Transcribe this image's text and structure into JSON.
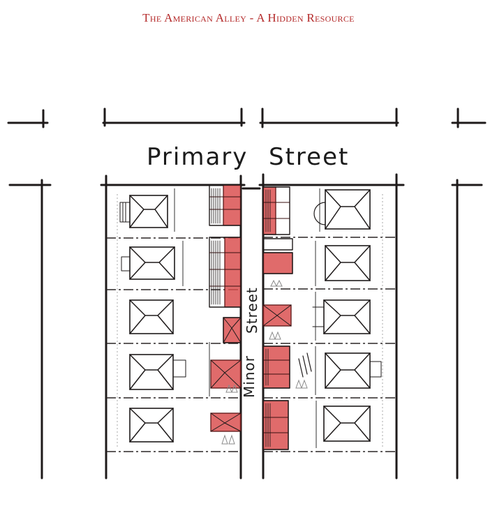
{
  "title": "The American Alley - A Hidden Resource",
  "labels": {
    "primary_street": "Primary Street",
    "minor_street": "Minor Street"
  },
  "colors": {
    "title": "#b42a2a",
    "garage": "#d94a4a",
    "ink": "#1e1a1a"
  }
}
